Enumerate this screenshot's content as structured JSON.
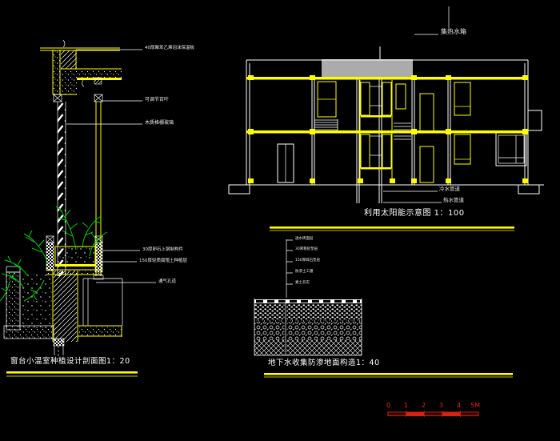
{
  "planter": {
    "title": "窗台小温室种植设计剖面图1：20",
    "labels": [
      "40厚聚苯乙烯泡沫保温板",
      "可调节百叶",
      "木质格栅玻璃",
      "30厚卵石上钢制构件",
      "150厚轻质腐殖土种植层",
      "通气孔道"
    ]
  },
  "elevation": {
    "title": "利用太阳能示意图 1：100",
    "tank_label": "集热水箱",
    "cold_pipe_label": "冷水管道",
    "hot_pipe_label": "热水管道"
  },
  "ground": {
    "title": "地下水收集防渗地面构造1：40",
    "layer_labels": [
      "透水砖面层",
      "30厚粗砂垫层",
      "150厚碎石垫层",
      "防渗土工膜",
      "素土夯实"
    ]
  },
  "scale_bar": {
    "ticks": [
      "0",
      "1",
      "2",
      "3",
      "4",
      "5M"
    ]
  },
  "colors": {
    "line_yellow": "#ffff00",
    "line_white": "#ffffff",
    "plant_green": "#00c800",
    "panel_gray": "#ababab",
    "scale_red": "#d82310",
    "background": "#000000"
  }
}
